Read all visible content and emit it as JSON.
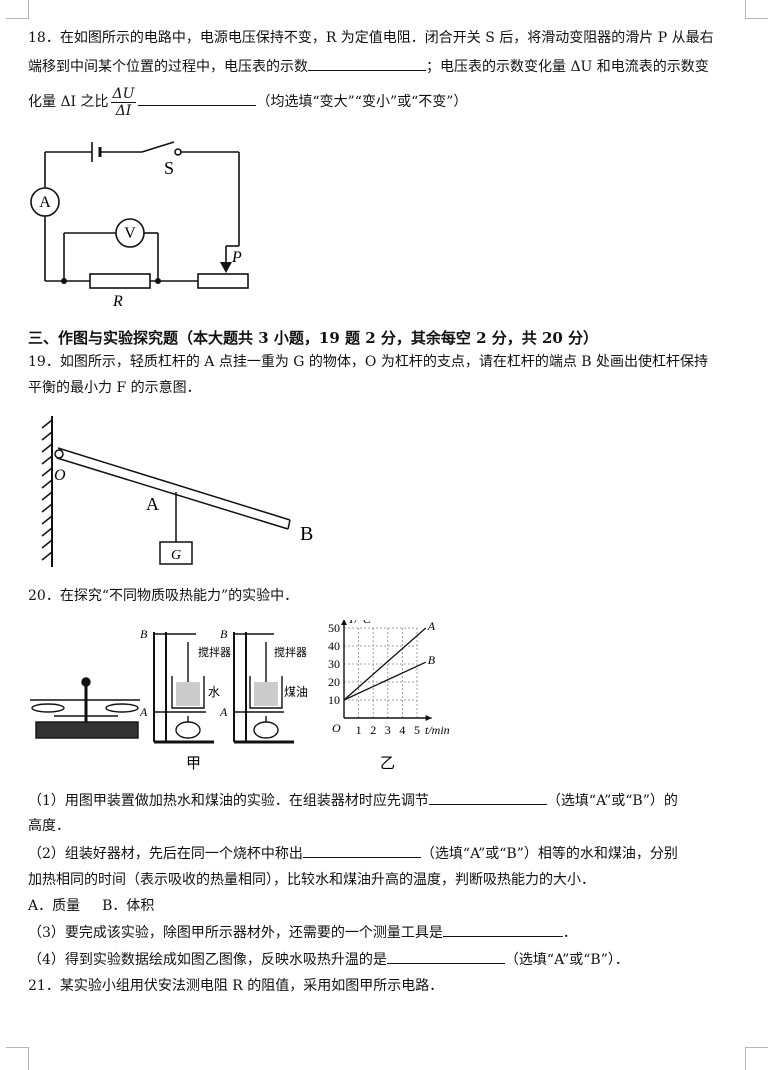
{
  "q18": {
    "line1": "18．在如图所示的电路中，电源电压保持不变，R 为定值电阻．闭合开关 S 后，将滑动变阻器的滑片 P 从最右",
    "line2a": "端移到中间某个位置的过程中，电压表的示数",
    "line2b": "；电压表的示数变化量 ΔU 和电流表的示数变",
    "line3a": "化量 ΔI 之比",
    "frac_num": "ΔU",
    "frac_den": "ΔI",
    "line3b": "（均选填“变大”“变小”或“不变”）",
    "label_A": "A",
    "label_V": "V",
    "label_S": "S",
    "label_P": "P",
    "label_R": "R"
  },
  "section3": {
    "heading": "三、作图与实验探究题（本大题共 3 小题，19 题 2 分，其余每空 2 分，共 20 分）"
  },
  "q19": {
    "line1": "19．如图所示，轻质杠杆的 A 点挂一重为 G 的物体，O 为杠杆的支点，请在杠杆的端点 B 处画出使杠杆保持",
    "line2": "平衡的最小力 F 的示意图．",
    "label_O": "O",
    "label_A": "A",
    "label_B": "B",
    "label_G": "G"
  },
  "q20": {
    "intro": "20．在探究“不同物质吸热能力”的实验中．",
    "fig_jia": "甲",
    "fig_yi": "乙",
    "stirrer1": "搅拌器",
    "stirrer2": "搅拌器",
    "water": "水",
    "kerosene": "煤油",
    "label_B1": "B",
    "label_A1": "A",
    "label_B2": "B",
    "label_A2": "A",
    "p1a": "（1）用图甲装置做加热水和煤油的实验．在组装器材时应先调节",
    "p1b": "（选填“A”或“B”）的",
    "p1c": "高度．",
    "p2a": "（2）组装好器材，先后在同一个烧杯中称出",
    "p2b": "（选填“A”或“B”）相等的水和煤油，分别",
    "p2c": "加热相同的时间（表示吸收的热量相同），比较水和煤油升高的温度，判断吸热能力的大小．",
    "optA": "A．质量",
    "optB": "B．体积",
    "p3a": "（3）要完成该实验，除图甲所示器材外，还需要的一个测量工具是",
    "p3b": "．",
    "p4a": "（4）得到实验数据绘成如图乙图像，反映水吸热升温的是",
    "p4b": "（选填“A”或“B”）．"
  },
  "q21": {
    "line1": "21．某实验小组用伏安法测电阻 R 的阻值，采用如图甲所示电路．"
  },
  "chart_data": {
    "type": "line",
    "ylabel": "T/°C",
    "xlabel": "t/min",
    "origin_label": "O",
    "x_ticks": [
      "1",
      "2",
      "3",
      "4",
      "5"
    ],
    "y_ticks": [
      "10",
      "20",
      "30",
      "40",
      "50"
    ],
    "xlim": [
      0,
      6
    ],
    "ylim": [
      0,
      55
    ],
    "grid": true,
    "series": [
      {
        "name": "A",
        "x": [
          0,
          5.6
        ],
        "y": [
          10,
          50
        ]
      },
      {
        "name": "B",
        "x": [
          0,
          5.6
        ],
        "y": [
          10,
          31
        ]
      }
    ]
  }
}
